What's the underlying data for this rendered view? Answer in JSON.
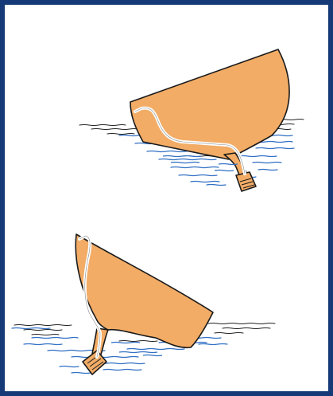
{
  "colors": {
    "frame": "#163a78",
    "background": "#ffffff",
    "hull_fill": "#f2ac66",
    "hull_outline": "#1a1a1a",
    "keel_line": "#ffffff",
    "water_blue": "#2f6fc4",
    "water_dark": "#222222"
  },
  "figures": [
    {
      "name": "upper-boat",
      "icon": "heeling-sailboat-hull-icon",
      "hull_color": "orange",
      "water": true
    },
    {
      "name": "lower-boat",
      "icon": "heeling-sailboat-hull-icon",
      "hull_color": "orange",
      "water": true
    }
  ]
}
